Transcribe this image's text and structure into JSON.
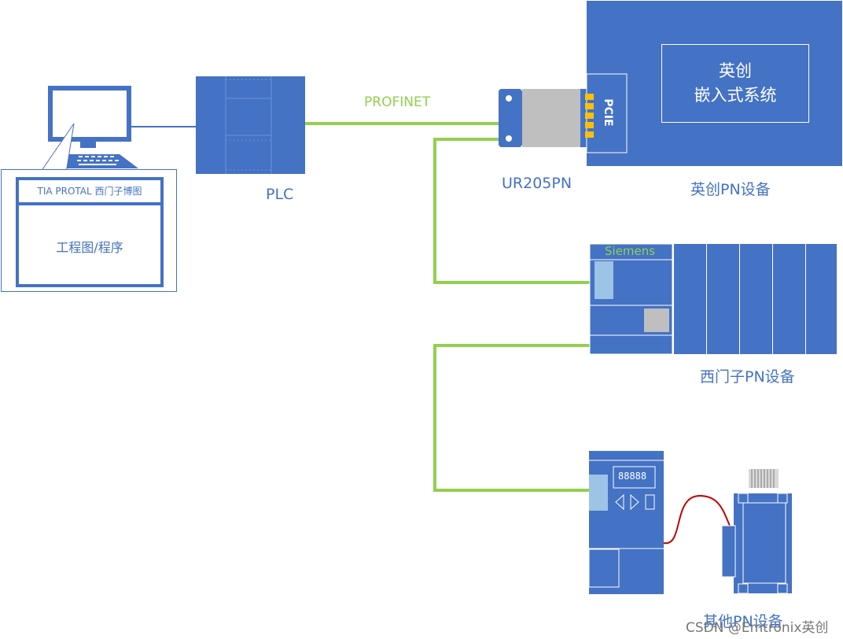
{
  "diagram": {
    "pc": {
      "software_title": "TIA PROTAL 西门子博图",
      "content": "工程图/程序"
    },
    "plc_label": "PLC",
    "link_label": "PROFINET",
    "card": {
      "label": "UR205PN",
      "slot_label": "PCIE"
    },
    "embedded": {
      "title_line1": "英创",
      "title_line2": "嵌入式系统",
      "label": "英创PN设备"
    },
    "siemens": {
      "brand": "Siemens",
      "label": "西门子PN设备"
    },
    "other": {
      "display": "88888",
      "label": "其他PN设备"
    },
    "watermark": "CSDN @Emtronix英创",
    "colors": {
      "device_blue": "#4472c4",
      "network_green": "#92d050",
      "cable_red": "#c00000",
      "light_blue": "#9dc3e6",
      "card_gray": "#bfbfbf",
      "contact_gold": "#ffc000"
    }
  }
}
